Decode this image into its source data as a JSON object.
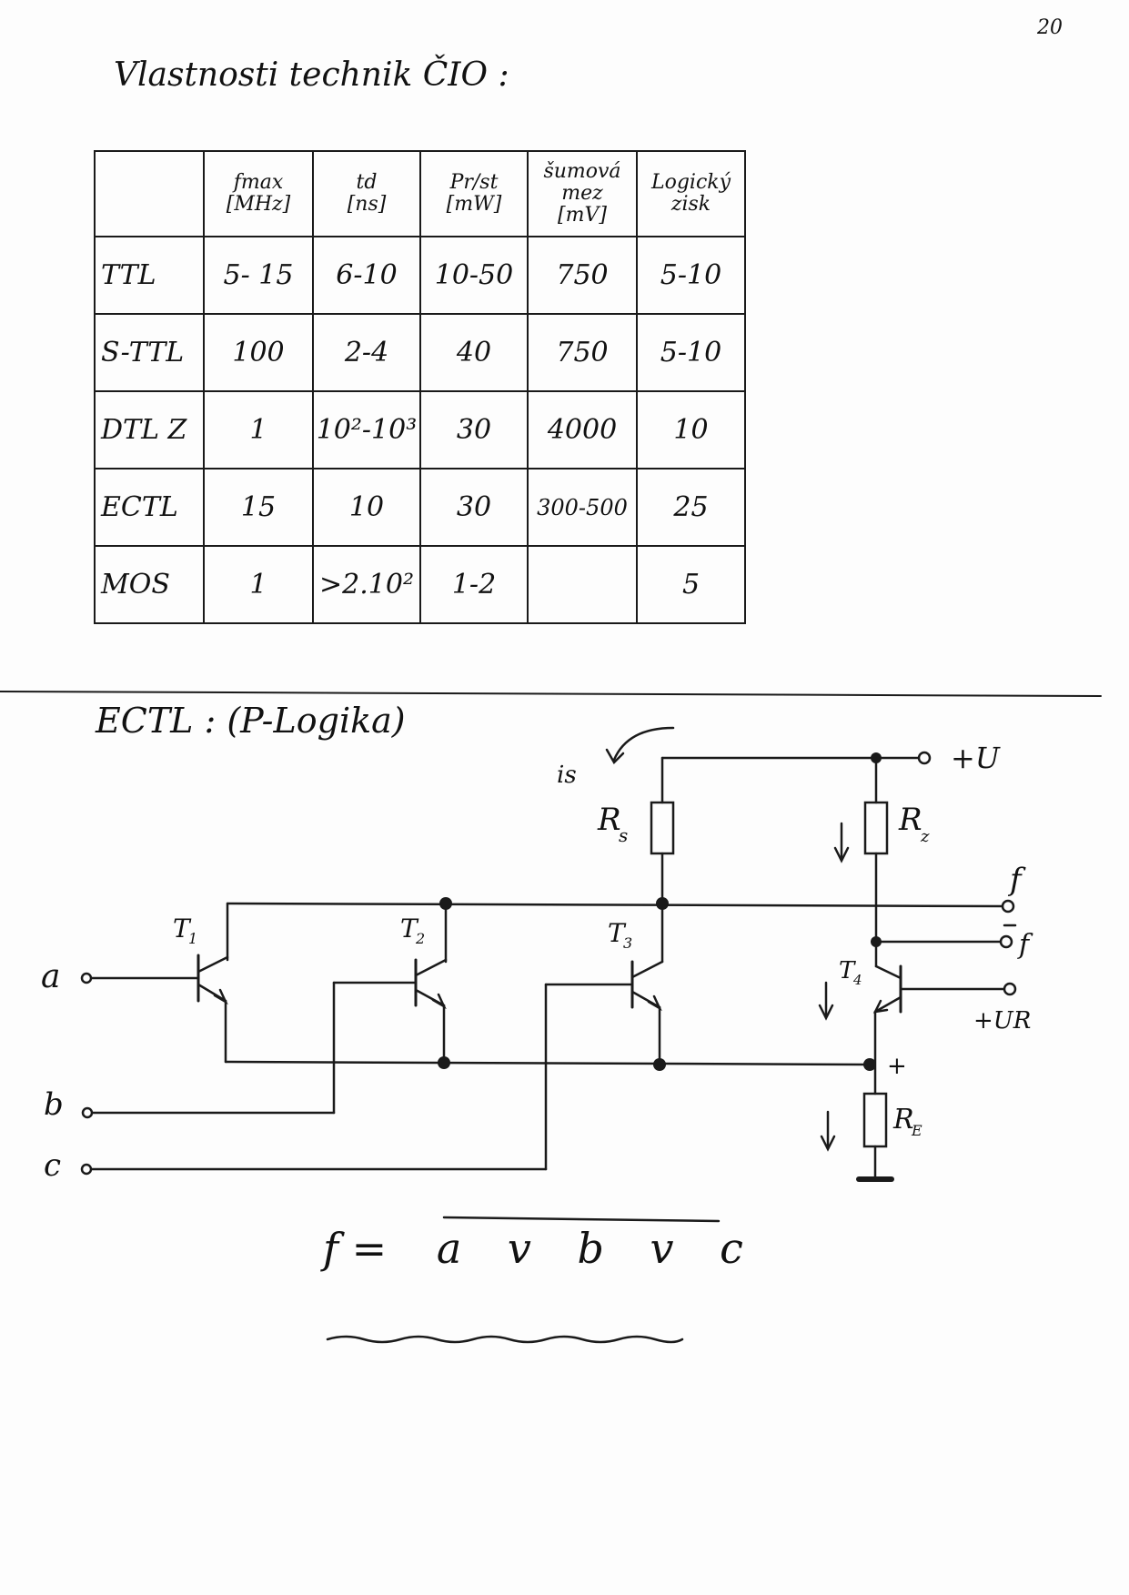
{
  "page_number": "20",
  "heading": "Vlastnosti technik ČIO :",
  "table": {
    "headers": [
      {
        "main": "",
        "sub": ""
      },
      {
        "main": "fmax",
        "sub": "[MHz]"
      },
      {
        "main": "td",
        "sub": "[ns]"
      },
      {
        "main": "Pr/st",
        "sub": "[mW]"
      },
      {
        "main": "šumová mez",
        "sub": "[mV]"
      },
      {
        "main": "Logický zisk",
        "sub": ""
      }
    ],
    "rows": [
      {
        "name": "TTL",
        "fmax": "5- 15",
        "td": "6-10",
        "p": "10-50",
        "noise": "750",
        "gain": "5-10"
      },
      {
        "name": "S-TTL",
        "fmax": "100",
        "td": "2-4",
        "p": "40",
        "noise": "750",
        "gain": "5-10"
      },
      {
        "name": "DTL Z",
        "fmax": "1",
        "td": "10²-10³",
        "p": "30",
        "noise": "4000",
        "gain": "10"
      },
      {
        "name": "ECTL",
        "fmax": "15",
        "td": "10",
        "p": "30",
        "noise": "300-500",
        "gain": "25"
      },
      {
        "name": "MOS",
        "fmax": "1",
        "td": ">2.10²",
        "p": "1-2",
        "noise": "",
        "gain": "5"
      }
    ]
  },
  "section_title": "ECTL : (P-Logika)",
  "circuit": {
    "inputs": {
      "a": "a",
      "b": "b",
      "c": "c"
    },
    "transistors": {
      "t1": "T",
      "t1_sub": "1",
      "t2": "T",
      "t2_sub": "2",
      "t3": "T",
      "t3_sub": "3",
      "t4": "T",
      "t4_sub": "4"
    },
    "resistors": {
      "rs": "R",
      "rs_sub": "s",
      "rz": "R",
      "rz_sub": "z",
      "re": "R",
      "re_sub": "E"
    },
    "current_label": "is",
    "supply": "+U",
    "reference": "+UR",
    "outputs": {
      "f": "f",
      "f_neg": "f"
    },
    "plus_sign": "+"
  },
  "formula": {
    "lhs": "f =",
    "expr": "a v b v c"
  }
}
